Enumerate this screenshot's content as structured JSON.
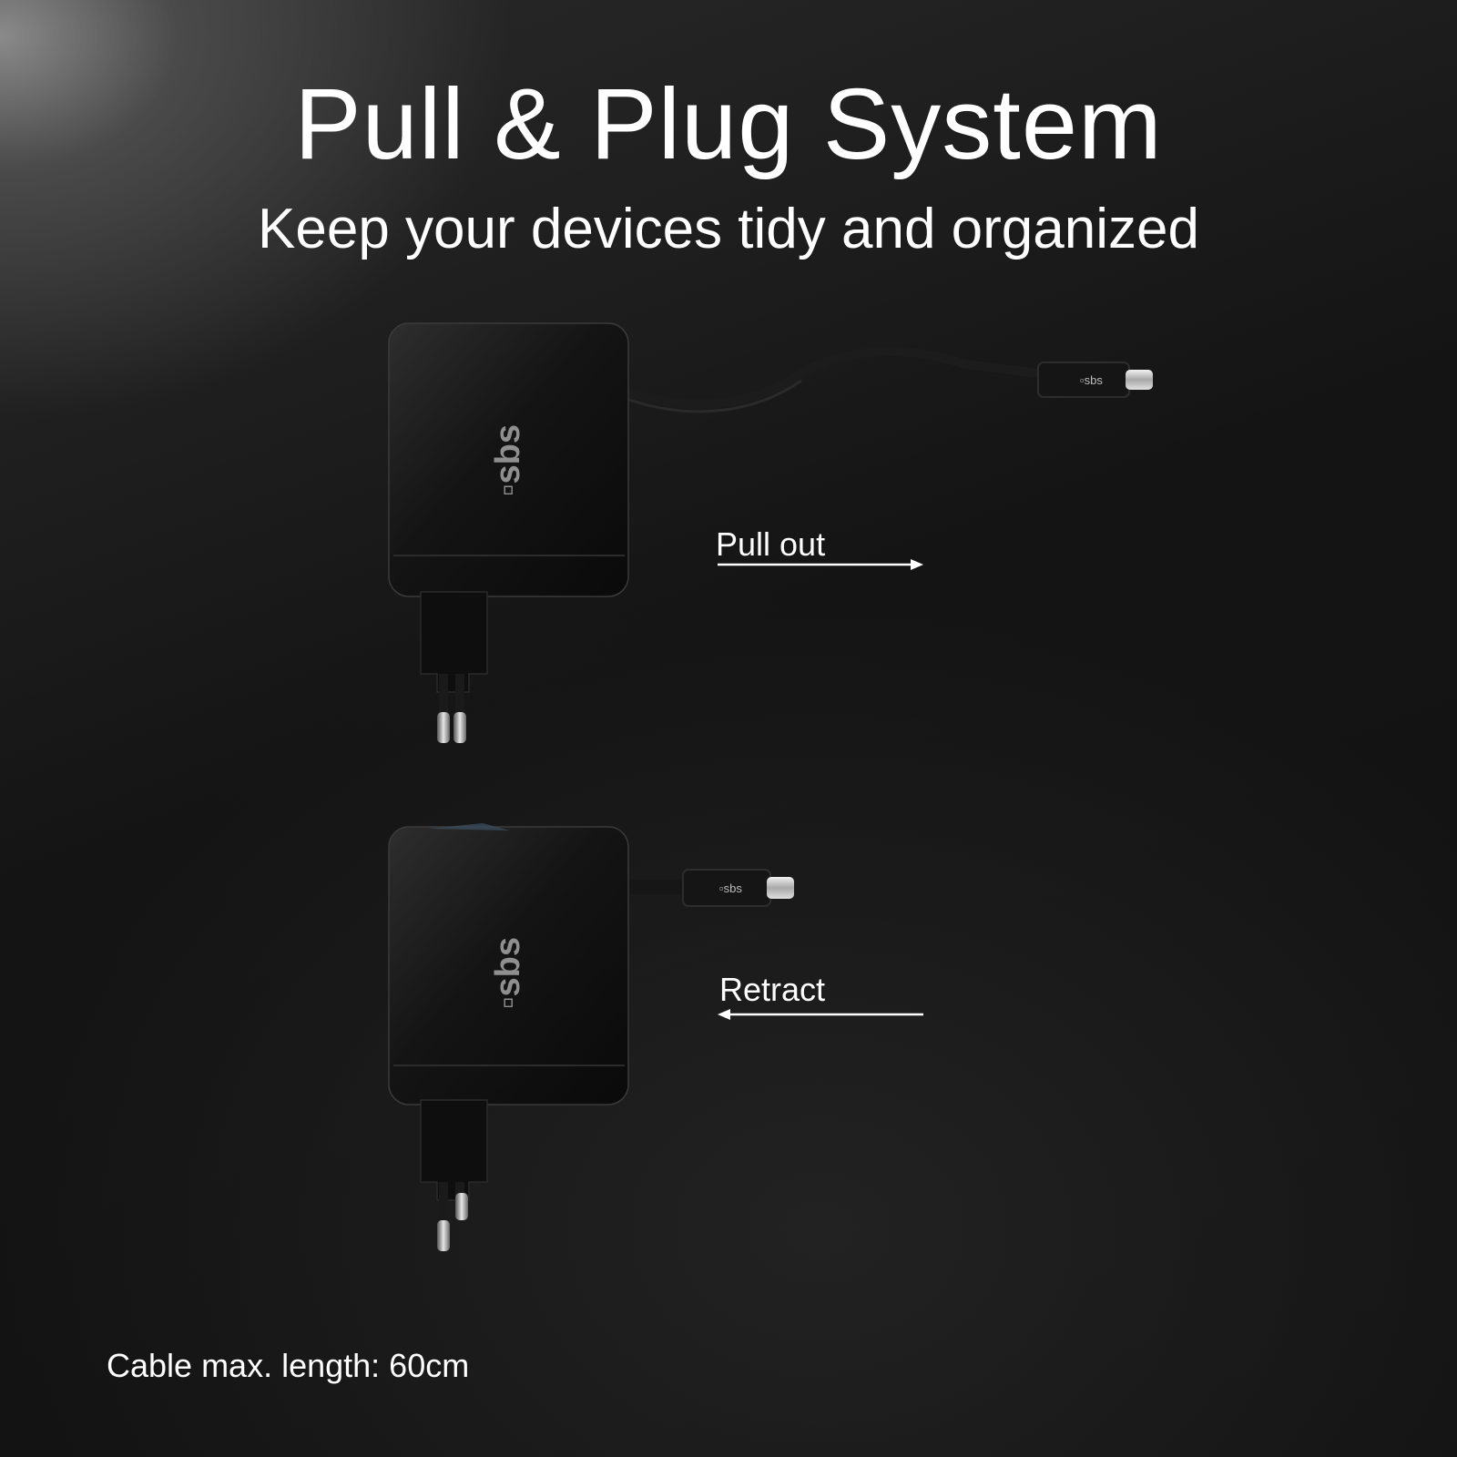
{
  "heading": {
    "title": "Pull & Plug System",
    "subtitle": "Keep your devices tidy and organized"
  },
  "states": [
    {
      "label": "Pull out",
      "arrow_direction": "right"
    },
    {
      "label": "Retract",
      "arrow_direction": "left"
    }
  ],
  "product": {
    "brand": "sbs"
  },
  "footnote": "Cable max. length: 60cm",
  "colors": {
    "text": "#ffffff",
    "charger_body": "#111111",
    "background": "#141414"
  }
}
